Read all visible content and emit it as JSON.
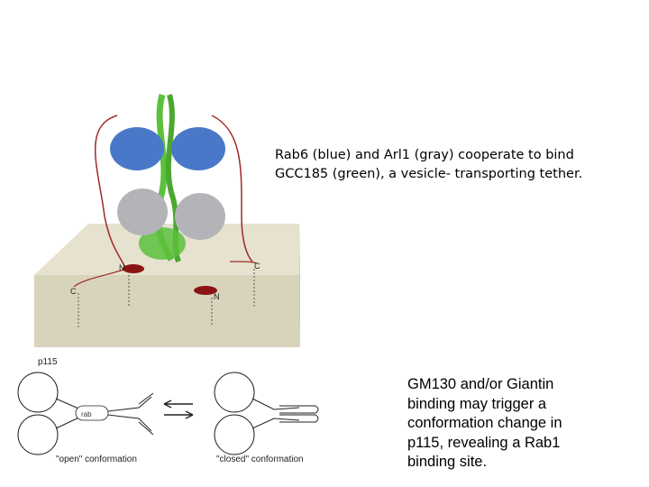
{
  "captions": {
    "top_line1": "Rab6 (blue) and Arl1 (gray) cooperate to bind",
    "top_line2": "GCC185 (green), a vesicle- transporting tether.",
    "bottom_line1": "GM130 and/or Giantin",
    "bottom_line2": "binding may trigger a",
    "bottom_line3": "conformation change in",
    "bottom_line4": "p115, revealing a Rab1",
    "bottom_line5": "binding site."
  },
  "structure_labels": {
    "left_n": "N",
    "left_c": "C",
    "right_c": "C",
    "right_n": "N"
  },
  "schematic": {
    "protein": "p115",
    "domain": "rab",
    "open_label": "\"open\" conformation",
    "closed_label": "\"closed\" conformation"
  },
  "colors": {
    "rab6": "#4a78c8",
    "arl1": "#b4b4b8",
    "gcc185": "#5cc03c",
    "tether": "#a02828",
    "membrane": "#d8d4bc"
  }
}
